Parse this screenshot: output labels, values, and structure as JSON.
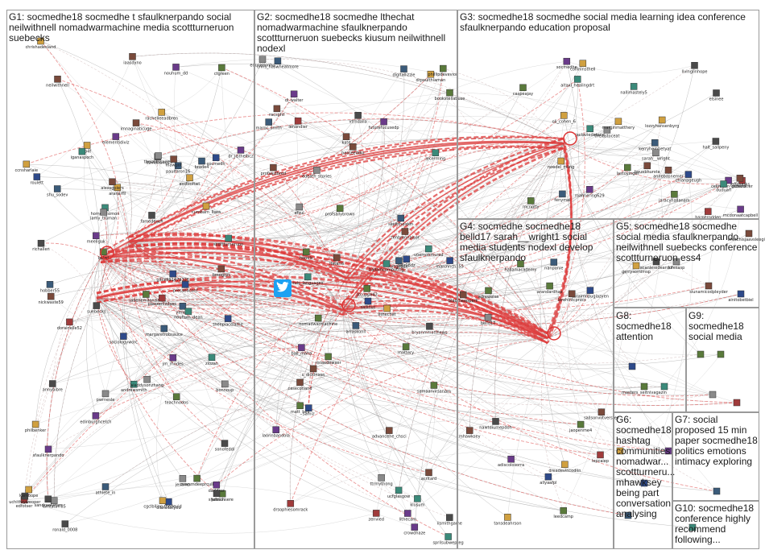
{
  "groups": [
    {
      "id": "G1",
      "title": "G1: socmedhe18 socmedhe t sfaulknerpando social neilwithnell nomadwarmachine media scottturneruon suebecks"
    },
    {
      "id": "G2",
      "title": "G2: socmedhe18 socmedhe lthechat nomadwarmachine sfaulknerpando scottturneruon suebecks kiusum neilwithnell nodexl"
    },
    {
      "id": "G3",
      "title": "G3: socmedhe18 socmedhe social media learning idea conference sfaulknerpando education proposal"
    },
    {
      "id": "G4",
      "title": "G4: socmedhe socmedhe18 belld17 sarah__wright1 social media students nodexl develop sfaulknerpando"
    },
    {
      "id": "G5",
      "title": "G5: socmedhe18 socmedhe social media sfaulknerpando neilwithnell suebecks conference scottturneruon ess4"
    },
    {
      "id": "G6",
      "title": "G6: socmedhe18 hashtag communities nomadwar... scottturneru... mhawksey being part conversation analysing"
    },
    {
      "id": "G7",
      "title": "G7: social proposed 15 min paper socmedhe18 politics emotions intimacy exploring"
    },
    {
      "id": "G8",
      "title": "G8: socmedhe18 attention"
    },
    {
      "id": "G9",
      "title": "G9: socmedhe18 social media"
    },
    {
      "id": "G10",
      "title": "G10: socmedhe18 conference highly recommend following..."
    }
  ],
  "nodes": [
    "edfotser",
    "tb4f",
    "ymwtg",
    "edinburghcetch",
    "nouhum_dean",
    "jm_rhodes",
    "brade4",
    "pwrnesle",
    "nouhum_dd",
    "gitcell91479326",
    "sonofeddi",
    "nickwaste59",
    "bonnoup",
    "margaretrobsauce",
    "juliaonsere",
    "homols_simon",
    "cumbarn_llsea",
    "shu_sodev",
    "aranarfil",
    "theeplacelathe",
    "jesamo",
    "roulett",
    "jallenemilanzine",
    "elementidiviz",
    "ctgreen",
    "lamy_truman",
    "oliviakatyou",
    "imnaginaticuge",
    "alexsgpiers",
    "belwl",
    "suebecks",
    "davidhbnes",
    "bmogrps",
    "ziozan",
    "plexxenizdaes",
    "andrewsmith",
    "scottturneruon",
    "paulfaron16",
    "famedeuch",
    "meeliguk",
    "marsmdeeprcull",
    "sfaulknerpando",
    "richallen",
    "neilwithnell",
    "dr_jisthelbcz",
    "rachelleeadbren",
    "sociologyworc",
    "lamtstarr85",
    "daddcor",
    "shelrtch",
    "essteoltwt",
    "ccnsharlaie",
    "chrishadesland",
    "thelastscarred",
    "pressedconf",
    "mawgot",
    "socmedh",
    "athlete_in",
    "hobber55",
    "uchithryweoper",
    "cgclbiling thedevid",
    "kambope",
    "ronald_0008",
    "aiaddysonzhang",
    "iganaspoch",
    "dorainelle52",
    "philbenker",
    "teachnodos",
    "iaasdyno",
    "sandraelymm",
    "annybibre",
    "drpaulthiaman",
    "acritard",
    "ilsmithgame",
    "deir08dz",
    "samiz",
    "uoemohmured",
    "homils",
    "bryanmmatthews",
    "risiaedewaer",
    "skefttheiden",
    "urtgeade",
    "efsul",
    "sprilsubwepteg",
    "ttrmythong",
    "lecerming",
    "futurefucusedp",
    "arraskonil",
    "lithecam",
    "beateeddio",
    "kate",
    "lithechat",
    "sailinuc",
    "zenbrennaisor",
    "digitallizzie",
    "nomadwarmachine",
    "matt_bell",
    "edeath_stories",
    "hallamcomputing",
    "laorinbandola",
    "kiusum",
    "samaarvirsanam",
    "phillipdevevion",
    "mattery",
    "ucfglasgow",
    "maroc_smith",
    "racsphil",
    "chris_haswheatmore",
    "zenvied",
    "lenandier",
    "casecotland",
    "suic_languages",
    "marcnnch155",
    "advancehe_chsci",
    "lfatanis",
    "profsastbred",
    "crowdhaze",
    "drsophiesomrack",
    "vtrndalla",
    "ball_maha",
    "di_walter",
    "s_dickinson",
    "stcuppe42",
    "bookstellabuse",
    "profsallybrown",
    "educationhu",
    "collininsthell",
    "mcnulty",
    "chianpgeugh",
    "mannering629",
    "gsbrookier",
    "kerryhemhetyat",
    "oli_cohen_6",
    "thelastoceat",
    "lastoyingel",
    "sarah__wright",
    "jaracyhallanam",
    "harperodden",
    "jaclaviedetano",
    "mcdonaatcapbell",
    "socmedhe",
    "fenymel",
    "annebasnemer",
    "jeffsparks",
    "caspeajay",
    "livinglinhope",
    "cekmann_richard",
    "bouebhursta",
    "marginmatthery",
    "halt_sallpeny",
    "elsinee",
    "lozzyhansenbyrg",
    "aitaxi_healingdrt",
    "nallimastely5",
    "duduan",
    "noedel_mling",
    "astaimnpuglazyen",
    "tansdeahrson",
    "blaqtheeppark",
    "hallamacademy",
    "leedcamp",
    "belld17",
    "lepcaiep",
    "adrewelsa",
    "nanpanie",
    "jaopenme4",
    "lerehintcpnics",
    "adiscolosorra",
    "sallsonviitverstev",
    "allyaafpl",
    "dreadevincodlin",
    "arandardhas",
    "mhawksey",
    "nawtdiumepdoh",
    "gerrysomimsp",
    "acanlessdeardol",
    "kifesasp",
    "siunamicodpleyder",
    "ainitobetbiel",
    "chetchisjaavsleegine",
    "masters_seitnivagazin"
  ],
  "chart_data": {
    "type": "network",
    "title": "",
    "note": "Twitter network graph clustered into groups G1–G10"
  }
}
